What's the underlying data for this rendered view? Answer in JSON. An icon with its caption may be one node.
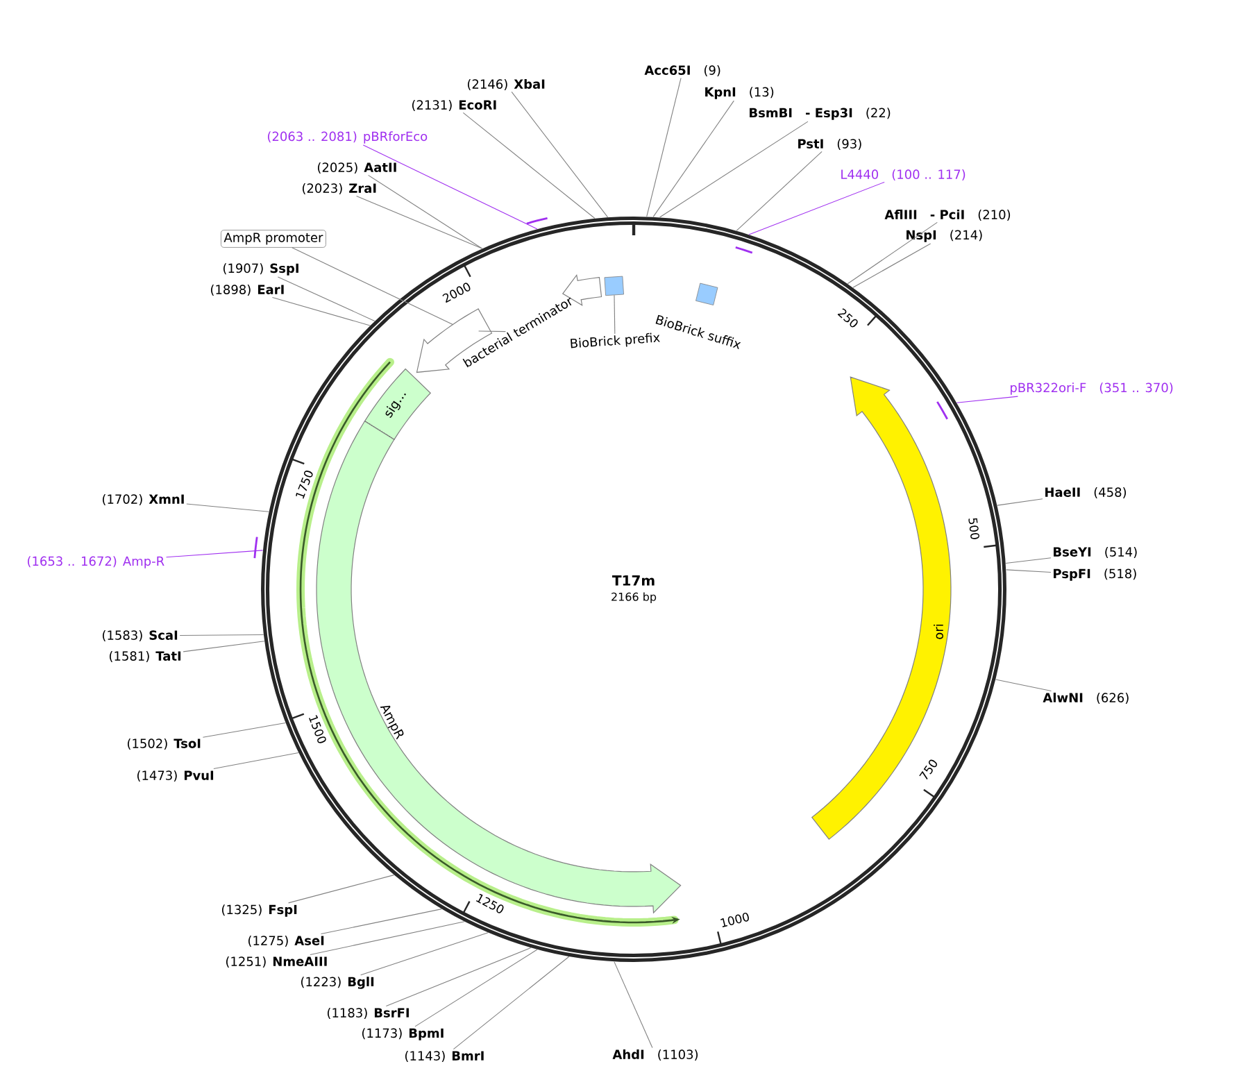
{
  "diagram": {
    "nodes": [
      {
        "text": [
          "T17m",
          "2166 bp"
        ]
      },
      {
        "text": [
          "(2146)",
          "XbaI"
        ]
      },
      {
        "text": [
          "(2131)",
          "EcoRI"
        ]
      },
      {
        "text": [
          "Acc65I",
          "(9)"
        ]
      },
      {
        "text": [
          "KpnI",
          "(13)"
        ]
      },
      {
        "text": [
          "BsmBI",
          "- Esp3I",
          "(22)"
        ]
      },
      {
        "text": [
          "PstI",
          "(93)"
        ]
      },
      {
        "text": [
          "(2025)",
          "AatII"
        ]
      },
      {
        "text": [
          "(2023)",
          "ZraI"
        ]
      },
      {
        "text": [
          "AflIII",
          "- PciI",
          "(210)"
        ]
      },
      {
        "text": [
          "NspI",
          "(214)"
        ]
      },
      {
        "text": [
          "(1907)",
          "SspI"
        ]
      },
      {
        "text": [
          "(1898)",
          "EarI"
        ]
      },
      {
        "text": [
          "HaeII",
          "(458)"
        ]
      },
      {
        "text": [
          "BseYI",
          "(514)"
        ]
      },
      {
        "text": [
          "PspFI",
          "(518)"
        ]
      },
      {
        "text": [
          "(1702)",
          "XmnI"
        ]
      },
      {
        "text": [
          "AlwNI",
          "(626)"
        ]
      },
      {
        "text": [
          "(1583)",
          "ScaI"
        ]
      },
      {
        "text": [
          "(1581)",
          "TatI"
        ]
      },
      {
        "text": [
          "(1502)",
          "TsoI"
        ]
      },
      {
        "text": [
          "(1473)",
          "PvuI"
        ]
      },
      {
        "text": [
          "(1325)",
          "FspI"
        ]
      },
      {
        "text": [
          "(1275)",
          "AseI"
        ]
      },
      {
        "text": [
          "(1251)",
          "NmeAIII"
        ]
      },
      {
        "text": [
          "(1223)",
          "BglI"
        ]
      },
      {
        "text": [
          "(1183)",
          "BsrFI"
        ]
      },
      {
        "text": [
          "(1173)",
          "BpmI"
        ]
      },
      {
        "text": [
          "(1143)",
          "BmrI"
        ]
      },
      {
        "text": [
          "AhdI",
          "(1103)"
        ]
      },
      {
        "text": [
          "(2063 .. 2081)",
          "pBRforEco"
        ]
      },
      {
        "text": [
          "L4440",
          "(100 .. 117)"
        ]
      },
      {
        "text": [
          "pBR322ori-F",
          "(351 .. 370)"
        ]
      },
      {
        "text": [
          "(1653 .. 1672)",
          "Amp-R"
        ]
      },
      {
        "text": [
          "AmpR promoter"
        ]
      },
      {
        "text": [],
        "shape": "arrow",
        "in": 0
      },
      {
        "text": [
          "bacterial terminator"
        ],
        "in": 0
      },
      {
        "text": [],
        "shape": "arrow",
        "in": 0
      },
      {
        "text": [],
        "shape": "box",
        "in": 0
      },
      {
        "text": [
          "BioBrick prefix"
        ],
        "in": 0
      },
      {
        "text": [
          "BioBrick suffix"
        ],
        "in": 0
      },
      {
        "text": [
          "sig…"
        ],
        "in": 0
      },
      {
        "text": [
          "AmpR"
        ],
        "in": 0
      },
      {
        "text": [
          "ori"
        ],
        "in": 0
      }
    ],
    "edges": [
      {
        "from": 1,
        "to": 0,
        "arrow": "none"
      },
      {
        "from": 2,
        "to": 0,
        "arrow": "none"
      },
      {
        "from": 3,
        "to": 0,
        "arrow": "none"
      },
      {
        "from": 4,
        "to": 0,
        "arrow": "none"
      },
      {
        "from": 5,
        "to": 0,
        "arrow": "none"
      },
      {
        "from": 6,
        "to": 0,
        "arrow": "none"
      },
      {
        "from": 7,
        "to": 0,
        "arrow": "none"
      },
      {
        "from": 8,
        "to": 0,
        "arrow": "none"
      },
      {
        "from": 9,
        "to": 0,
        "arrow": "none"
      },
      {
        "from": 10,
        "to": 0,
        "arrow": "none"
      },
      {
        "from": 11,
        "to": 0,
        "arrow": "none"
      },
      {
        "from": 12,
        "to": 0,
        "arrow": "none"
      },
      {
        "from": 13,
        "to": 0,
        "arrow": "none"
      },
      {
        "from": 14,
        "to": 0,
        "arrow": "none"
      },
      {
        "from": 15,
        "to": 0,
        "arrow": "none"
      },
      {
        "from": 16,
        "to": 0,
        "arrow": "none"
      },
      {
        "from": 17,
        "to": 0,
        "arrow": "none"
      },
      {
        "from": 18,
        "to": 0,
        "arrow": "none"
      },
      {
        "from": 19,
        "to": 0,
        "arrow": "none"
      },
      {
        "from": 20,
        "to": 0,
        "arrow": "none"
      },
      {
        "from": 21,
        "to": 0,
        "arrow": "none"
      },
      {
        "from": 22,
        "to": 0,
        "arrow": "none"
      },
      {
        "from": 23,
        "to": 0,
        "arrow": "none"
      },
      {
        "from": 24,
        "to": 0,
        "arrow": "none"
      },
      {
        "from": 25,
        "to": 0,
        "arrow": "none"
      },
      {
        "from": 26,
        "to": 0,
        "arrow": "none"
      },
      {
        "from": 27,
        "to": 0,
        "arrow": "none"
      },
      {
        "from": 28,
        "to": 0,
        "arrow": "none"
      },
      {
        "from": 29,
        "to": 0,
        "arrow": "none"
      },
      {
        "from": 30,
        "to": 0,
        "arrow": "none",
        "color": "#a030f0"
      },
      {
        "from": 31,
        "to": 0,
        "arrow": "none",
        "color": "#a030f0"
      },
      {
        "from": 32,
        "to": 0,
        "arrow": "none",
        "color": "#a030f0"
      },
      {
        "from": 33,
        "to": 0,
        "arrow": "none",
        "color": "#a030f0"
      },
      {
        "from": 34,
        "to": 35,
        "arrow": "none"
      },
      {
        "from": 36,
        "to": 35,
        "arrow": "none"
      },
      {
        "from": 39,
        "to": 38,
        "arrow": "none"
      }
    ],
    "labels": [
      "250",
      "500",
      "750",
      "1000",
      "1250",
      "1500",
      "1750",
      "2000"
    ]
  }
}
